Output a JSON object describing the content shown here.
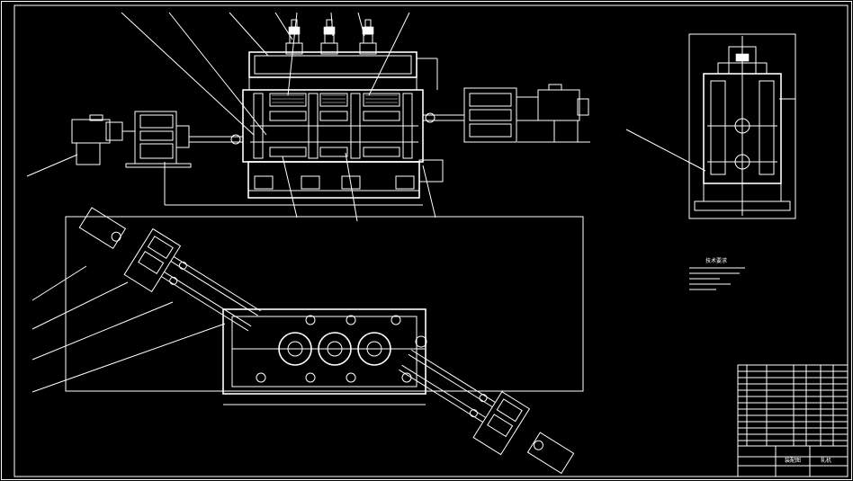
{
  "drawing": {
    "background": "#000000",
    "line_color": "#ffffff",
    "notes_title": "技术要求",
    "title_block_name": "装配图",
    "title_block_code": "轧机"
  }
}
